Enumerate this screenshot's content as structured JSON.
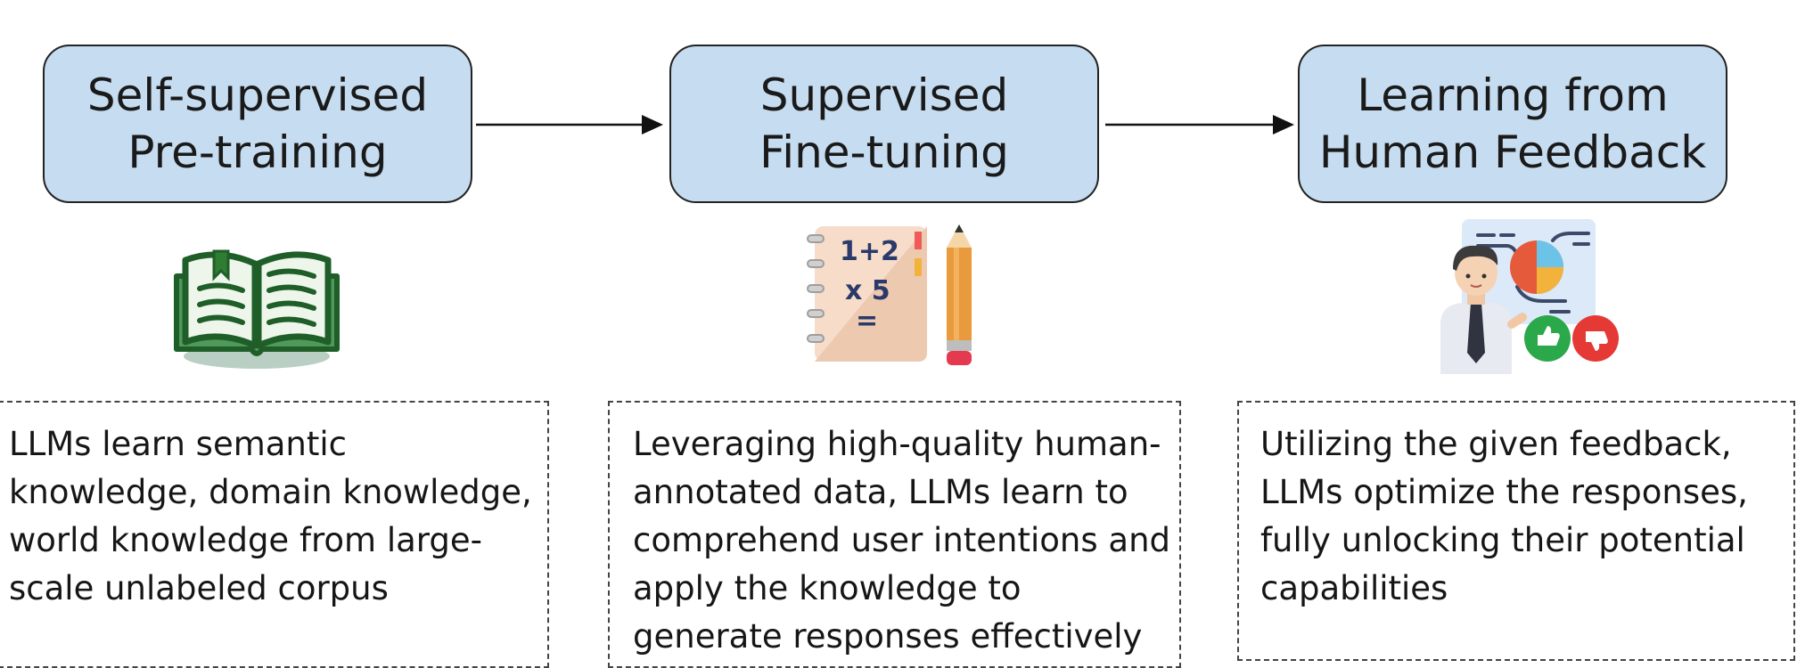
{
  "stages": [
    {
      "line1": "Self-supervised",
      "line2": "Pre-training"
    },
    {
      "line1": "Supervised",
      "line2": "Fine-tuning"
    },
    {
      "line1": "Learning from",
      "line2": "Human Feedback"
    }
  ],
  "icons": {
    "book": "open-book-icon",
    "math": "math-notebook-pencil-icon",
    "feedback": "human-feedback-icon",
    "math_text": {
      "line1": "1+2",
      "line2": "x 5",
      "line3": "="
    }
  },
  "descriptions": [
    {
      "lines": [
        "LLMs learn semantic",
        "knowledge, domain knowledge,",
        "world knowledge from large-",
        "scale unlabeled corpus"
      ]
    },
    {
      "lines": [
        "Leveraging high-quality human-",
        "annotated data, LLMs learn to",
        "comprehend user intentions and",
        "apply the knowledge to",
        "generate responses effectively"
      ]
    },
    {
      "lines": [
        "Utilizing the given feedback,",
        "LLMs optimize the responses,",
        "fully unlocking their potential",
        "capabilities"
      ]
    }
  ],
  "colors": {
    "stage_fill": "#c6dcf0",
    "book_green": "#2e7d32",
    "pencil_orange": "#e89a3c",
    "thumbs_up": "#2ba84a",
    "thumbs_down": "#e53935"
  }
}
